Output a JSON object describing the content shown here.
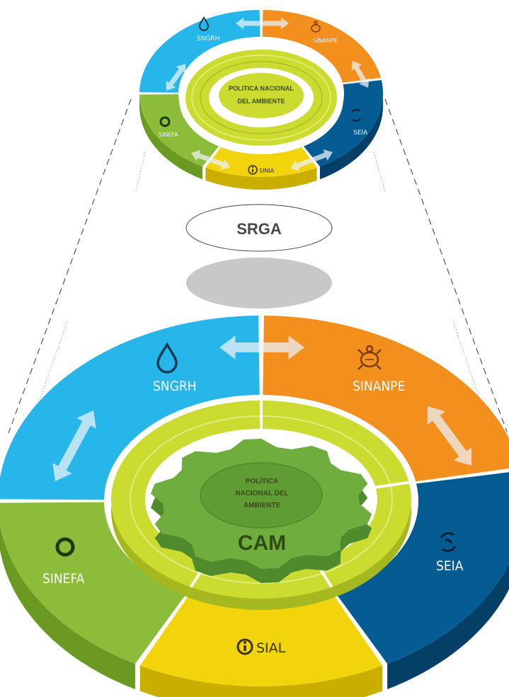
{
  "top_ring": {
    "segments": [
      {
        "key": "sngrh",
        "label": "SNGRH",
        "icon": "water-drop-icon",
        "color": "#27b6ea"
      },
      {
        "key": "sinanpe",
        "label": "SINANPE",
        "icon": "turtle-icon",
        "color": "#f3901d"
      },
      {
        "key": "seia",
        "label": "SEIA",
        "icon": "swirl-icon",
        "color": "#045c93"
      },
      {
        "key": "sinia",
        "label": "SINIA",
        "icon": "info-icon",
        "color": "#f1d40c"
      },
      {
        "key": "sinefa",
        "label": "SINEFA",
        "icon": "ring-icon",
        "color": "#8cbd3a"
      }
    ],
    "center_lines": [
      "POLITICA NACIONAL",
      "DEL AMBIENTE"
    ]
  },
  "middle": {
    "srga_label": "SRGA"
  },
  "bottom_ring": {
    "labels": {
      "sngrh": "SNGRH",
      "sinanpe": "SINANPE",
      "seia": "SEIA",
      "sinia": "SIAL",
      "sinefa": "SINEFA"
    },
    "center_lines": [
      "POLÍTICA",
      "NACIONAL DEL",
      "AMBIENTE"
    ],
    "cam_label": "CAM"
  },
  "colors": {
    "blue": "#27b6ea",
    "blue_dark": "#1b8fc0",
    "orange": "#f3901d",
    "orange_dark": "#c9700e",
    "navy": "#045c93",
    "navy_dark": "#033f66",
    "yellow": "#f1d40c",
    "yellow_dark": "#c9ae00",
    "green": "#8cbd3a",
    "green_dark": "#6a9a22",
    "inner_ring": "#cbdb2f",
    "inner_ring_dark": "#a6b81f",
    "gear": "#6fad3f",
    "gear_dark": "#4f8a2c",
    "srga_fill": "#c8c8c8"
  }
}
